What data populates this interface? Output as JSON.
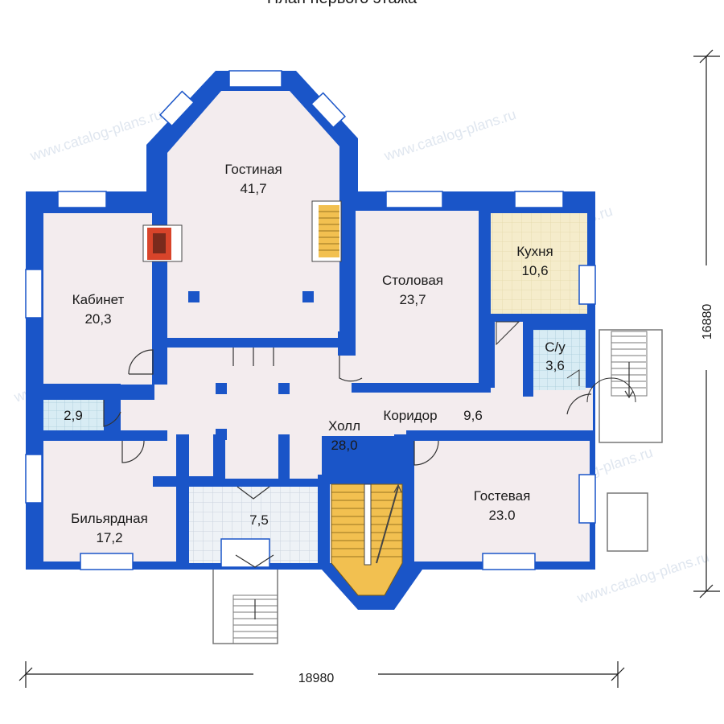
{
  "title": "План первого этажа",
  "watermark": "www.catalog-plans.ru",
  "dimensions": {
    "width": "18980",
    "depth": "16880"
  },
  "rooms": [
    {
      "id": "gostinaya",
      "name": "Гостиная",
      "area": "41,7"
    },
    {
      "id": "kabinet",
      "name": "Кабинет",
      "area": "20,3"
    },
    {
      "id": "stolovaya",
      "name": "Столовая",
      "area": "23,7"
    },
    {
      "id": "kukhnya",
      "name": "Кухня",
      "area": "10,6"
    },
    {
      "id": "su",
      "name": "С/у",
      "area": "3,6"
    },
    {
      "id": "pantry",
      "name": "",
      "area": "2,9"
    },
    {
      "id": "koridor",
      "name": "Коридор",
      "area": "9,6"
    },
    {
      "id": "kholl",
      "name": "Холл",
      "area": "28,0"
    },
    {
      "id": "biliardnaya",
      "name": "Бильярдная",
      "area": "17,2"
    },
    {
      "id": "vestibule",
      "name": "",
      "area": "7,5"
    },
    {
      "id": "gostevaya",
      "name": "Гостевая",
      "area": "23.0"
    }
  ],
  "colors": {
    "wall": "#1a55c8",
    "floor": "#f3ecee",
    "kitchen": "#f5eccb",
    "wet": "#d8ecf4",
    "stair": "#f2c050",
    "window": "#ffffff"
  }
}
